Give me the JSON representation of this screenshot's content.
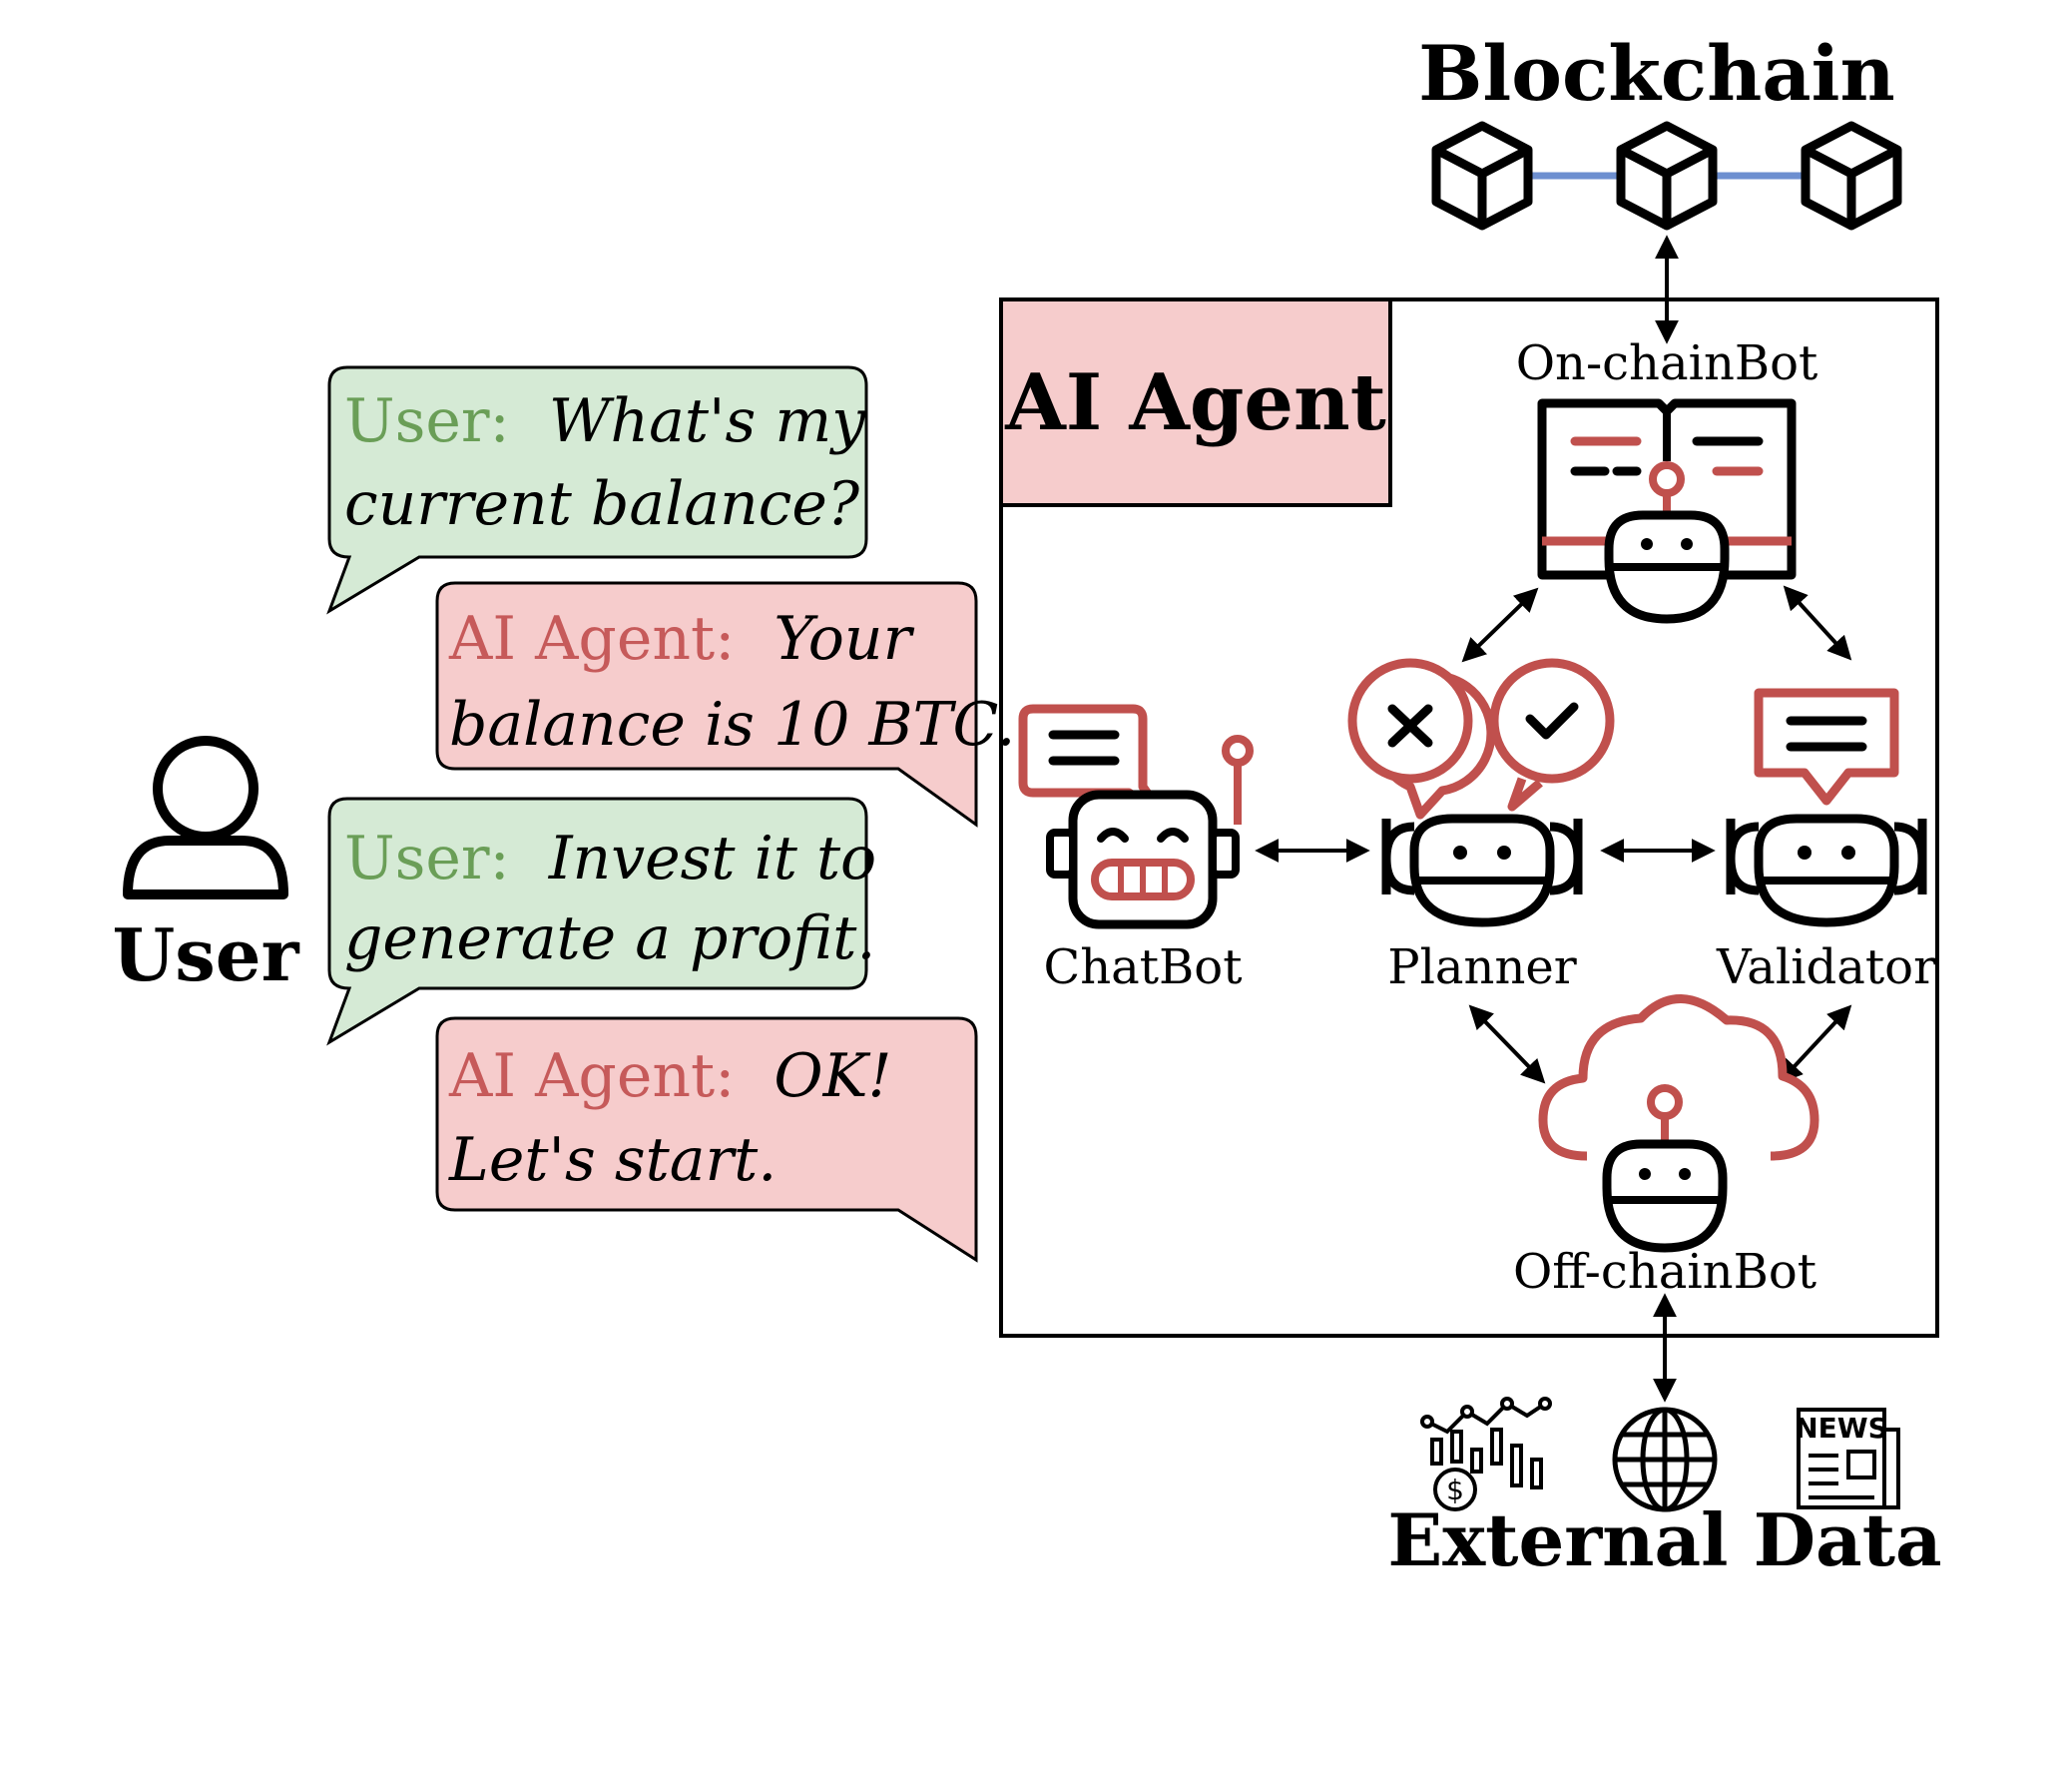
{
  "colors": {
    "user_bubble_fill": "#d5ead5",
    "agent_bubble_fill": "#f6cccc",
    "user_speaker": "#6a9e57",
    "agent_speaker": "#c65a5a",
    "icon_red": "#c0504d",
    "chain_link": "#6d8fd0",
    "agent_header_fill": "#f6cccc"
  },
  "blockchain": {
    "label": "Blockchain",
    "icons": [
      "cube-icon",
      "cube-icon",
      "cube-icon"
    ]
  },
  "user": {
    "label": "User",
    "icon": "user-icon"
  },
  "chat": [
    {
      "speaker": "User:",
      "line1_rest": "What's my",
      "line2": "current balance?"
    },
    {
      "speaker": "AI Agent:",
      "line1_rest": "Your",
      "line2": "balance is 10 BTC."
    },
    {
      "speaker": "User:",
      "line1_rest": "Invest it to",
      "line2": "generate a profit."
    },
    {
      "speaker": "AI Agent:",
      "line1_rest": "OK!",
      "line2": "Let's start."
    }
  ],
  "agent": {
    "title": "AI Agent",
    "nodes": {
      "onchain": {
        "label": "On-chainBot",
        "icon": "book-robot-icon"
      },
      "chatbot": {
        "label": "ChatBot",
        "icon": "chat-robot-icon"
      },
      "planner": {
        "label": "Planner",
        "icon": "planner-robot-icon"
      },
      "validator": {
        "label": "Validator",
        "icon": "validator-robot-icon"
      },
      "offchain": {
        "label": "Off-chainBot",
        "icon": "cloud-robot-icon"
      }
    }
  },
  "external": {
    "label": "External Data",
    "icons": [
      "stock-chart-icon",
      "globe-icon",
      "newspaper-icon"
    ],
    "news_text": "NEWS"
  }
}
